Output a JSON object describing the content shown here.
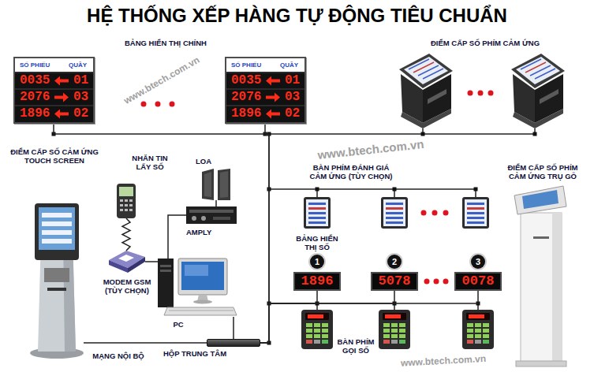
{
  "diagram": {
    "title": "HỆ THỐNG XẾP HÀNG TỰ ĐỘNG TIÊU CHUẨN",
    "nodes": [
      {
        "text": [
          "SỐ PHIẾU",
          "QUẦY",
          "0035",
          "01",
          "2076",
          "03",
          "1896",
          "02"
        ]
      },
      {
        "text": [
          "SỐ PHIẾU",
          "QUẦY",
          "0035",
          "01",
          "2076",
          "03",
          "1896",
          "02"
        ]
      },
      {
        "text": [
          "ĐIỂM CẤP SỐ CẢM ỨNG TOUCH SCREEN"
        ]
      },
      {
        "text": [
          "NHẮN TIN LẤY SỐ"
        ]
      },
      {
        "text": [
          "LOA"
        ]
      },
      {
        "text": [
          "AMPLY"
        ]
      },
      {
        "text": [
          "MODEM GSM (TÙY CHỌN)"
        ]
      },
      {
        "text": [
          "PC"
        ]
      },
      {
        "text": [
          "HỘP TRUNG TÂM"
        ]
      },
      {
        "text": [
          "1",
          "1896"
        ]
      },
      {
        "text": [
          "2",
          "5078"
        ]
      },
      {
        "text": [
          "3",
          "0078"
        ]
      },
      {
        "text": [
          "ĐIỂM CẤP SỐ PHÍM CẢM ỨNG TRỤ GỖ"
        ]
      }
    ],
    "edges": [
      {
        "from": 3,
        "to": 6,
        "arrow": "none"
      },
      {
        "from": 4,
        "to": 5,
        "arrow": "none"
      },
      {
        "from": 5,
        "to": 7,
        "arrow": "none"
      },
      {
        "from": 6,
        "to": 7,
        "arrow": "none"
      },
      {
        "from": 7,
        "to": 8,
        "arrow": "none"
      },
      {
        "from": 2,
        "to": 8,
        "label": "MẠNG NỘI BỘ",
        "arrow": "none"
      },
      {
        "from": 8,
        "to": 0,
        "arrow": "none"
      },
      {
        "from": 8,
        "to": 1,
        "arrow": "none"
      },
      {
        "from": 8,
        "to": 9,
        "arrow": "none"
      },
      {
        "from": 8,
        "to": 10,
        "arrow": "none"
      },
      {
        "from": 8,
        "to": 11,
        "arrow": "none"
      }
    ],
    "labels": [
      "BẢNG HIỂN THỊ CHÍNH",
      "ĐIỂM CẤP SỐ PHÍM CẢM ỨNG",
      "BÀN PHÍM ĐÁNH GIÁ CẢM ỨNG (TÙY CHỌN)",
      "BẢNG HIỂN THỊ SỐ",
      "BÀN PHÍM GỌI SỐ",
      "www.btech.com.vn",
      "www.btech.com.vn",
      "www.btech.com.vn"
    ]
  }
}
